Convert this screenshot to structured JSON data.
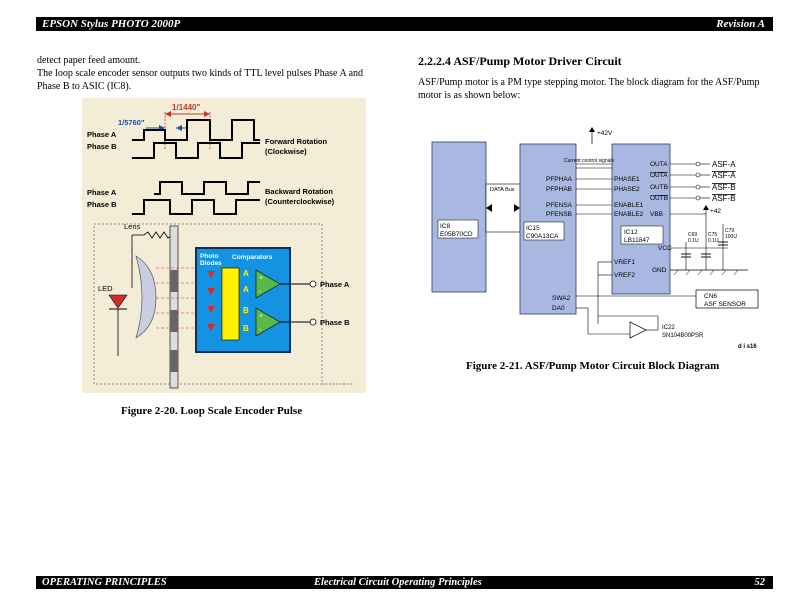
{
  "header": {
    "title": "EPSON Stylus PHOTO 2000P",
    "revision": "Revision A"
  },
  "footer": {
    "section": "OPERATING PRINCIPLES",
    "chapter": "Electrical Circuit Operating Principles",
    "page": "52"
  },
  "left": {
    "para1": "detect paper feed amount.",
    "para2_line1": "The loop scale encoder sensor outputs two kinds of TTL level pulses Phase A and",
    "para2_line2": "Phase B to ASIC (IC8).",
    "figure": {
      "dim_1440": "1/1440\"",
      "dim_5760": "1/5760\"",
      "phase_a": "Phase A",
      "phase_b": "Phase B",
      "forward_1": "Forward Rotation",
      "forward_2": "(Clockwise)",
      "backward_1": "Backward Rotation",
      "backward_2": "(Counterclockwise)",
      "lens": "Lens",
      "led": "LED",
      "photo_1": "Photo",
      "photo_2": "Diodes",
      "comparators": "Comparators",
      "a": "A",
      "b": "B",
      "plus": "+",
      "minus": "-",
      "out_a": "Phase A",
      "out_b": "Phase B"
    },
    "caption": "Figure 2-20.  Loop Scale Encoder Pulse"
  },
  "right": {
    "heading": "2.2.2.4  ASF/Pump Motor Driver Circuit",
    "para_line1": "ASF/Pump motor is a PM type stepping motor. The block diagram for the ASF/Pump",
    "para_line2": "motor is as shown below:",
    "diagram": {
      "v42_top": "+42V",
      "current_control": "Current control signals",
      "data_bus": "DATA Bus",
      "ic8_1": "IC8",
      "ic8_2": "E05B70CD",
      "ic15_1": "IC15",
      "ic15_2": "C90A13CA",
      "ic12_1": "IC12",
      "ic12_2": "LB11847",
      "pfphaa": "PFPHAA",
      "pfphab": "PFPHAB",
      "pfensa": "PFENSA",
      "pfensb": "PFENSB",
      "phase1": "PHASE1",
      "phase2": "PHASE2",
      "enable1": "ENABLE1",
      "enable2": "ENABLE2",
      "vref1": "VREF1",
      "vref2": "VREF2",
      "outa": "OUTA",
      "outa_bar": "OUTA",
      "outb": "OUTB",
      "outb_bar": "OUTB",
      "vcc": "VCC",
      "vbb": "VBB",
      "gnd": "GND",
      "asf_a": "ASF-A",
      "asf_a_bar": "ASF-A",
      "asf_b": "ASF-B",
      "asf_b_bar": "ASF-B",
      "v42_right": "+42",
      "c69_1": "C69",
      "c69_2": "0.1U",
      "c75_1": "C75",
      "c75_2": "0.1U",
      "c79_1": "C79",
      "c79_2": "100U",
      "swa2": "SWA2",
      "da0": "DA0",
      "cn6_1": "CN6",
      "cn6_2": "ASF SENSOR",
      "ic22_1": "IC22",
      "ic22_2": "SN104B00PSR",
      "dis": "d i s16"
    },
    "caption": "Figure 2-21.  ASF/Pump Motor Circuit Block Diagram"
  }
}
